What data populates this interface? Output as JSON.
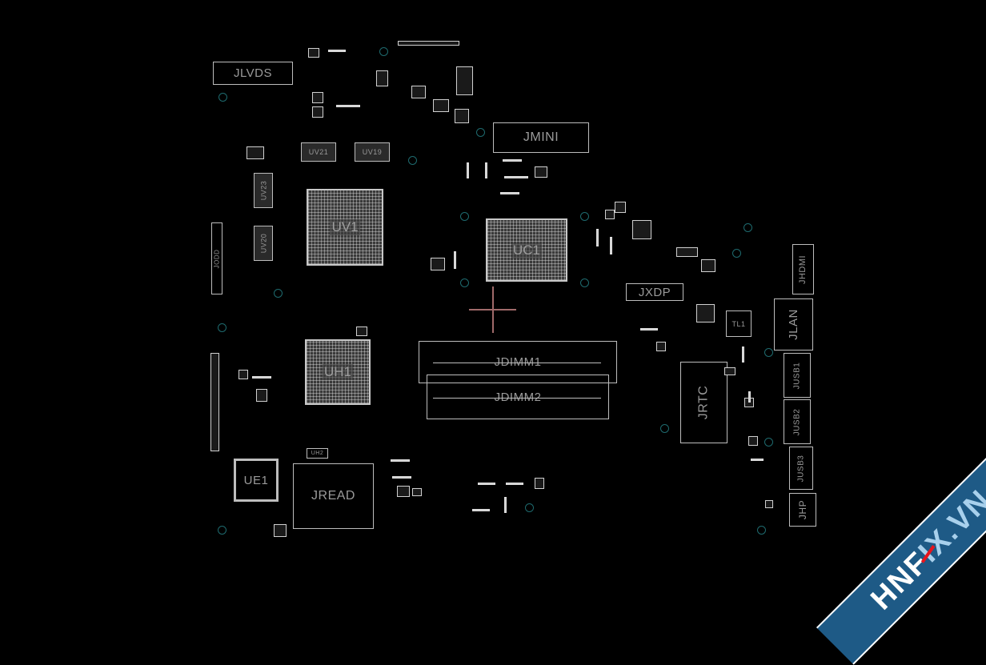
{
  "view": {
    "type": "pcb-boardview",
    "background": "#000000",
    "outline_color": "#bdbdbd",
    "via_color": "#1e6a6e",
    "marker_color": "#a06a6a"
  },
  "components": {
    "jlvds": "JLVDS",
    "jmini": "JMINI",
    "uv1": "UV1",
    "uc1": "UC1",
    "uh1": "UH1",
    "jdimm1": "JDIMM1",
    "jdimm2": "JDIMM2",
    "jxdp": "JXDP",
    "tl1": "TL1",
    "jrtc": "JRTC",
    "jhdmi": "JHDMI",
    "jlan": "JLAN",
    "jusb1": "JUSB1",
    "jusb2": "JUSB2",
    "jusb3": "JUSB3",
    "jhp": "JHP",
    "ue1": "UE1",
    "jread": "JREAD",
    "uh2": "UH2",
    "uv21": "UV21",
    "uv19": "UV19",
    "uv23": "UV23",
    "uv20": "UV20",
    "jodd": "JODD"
  },
  "watermark": {
    "prefix": "HNF",
    "x_letter": "I",
    "slash": "X",
    "suffix": ".VN",
    "band_color": "#1e5a86",
    "accent_color": "#e8141c"
  }
}
